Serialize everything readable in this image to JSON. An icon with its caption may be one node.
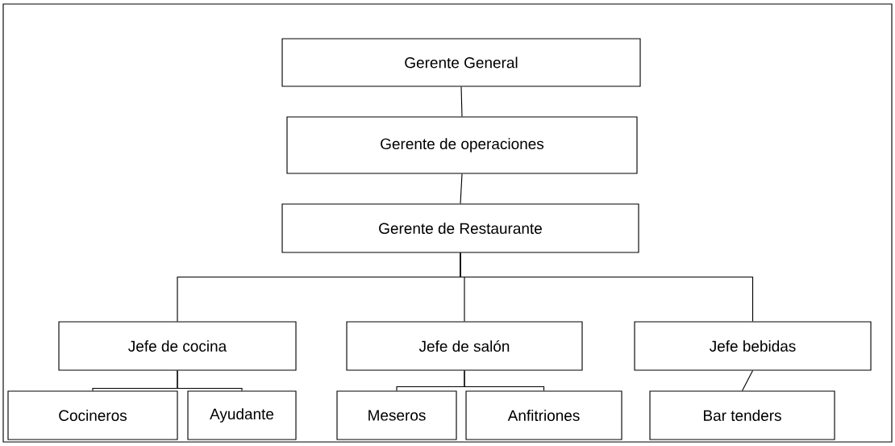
{
  "diagram": {
    "nodes": [
      {
        "text": [
          "Gerente General"
        ]
      },
      {
        "text": [
          "Gerente de operaciones"
        ]
      },
      {
        "text": [
          "Gerente de Restaurante"
        ]
      },
      {
        "text": [
          "Jefe de cocina"
        ]
      },
      {
        "text": [
          "Jefe de salón"
        ]
      },
      {
        "text": [
          "Jefe bebidas"
        ]
      },
      {
        "text": [
          "Cocineros"
        ]
      },
      {
        "text": [
          "Ayudante"
        ]
      },
      {
        "text": [
          "Meseros"
        ]
      },
      {
        "text": [
          "Anfitriones"
        ]
      },
      {
        "text": [
          "Bar tenders"
        ]
      }
    ],
    "edges": [
      {
        "from": 0,
        "to": 1,
        "arrow": "none"
      },
      {
        "from": 1,
        "to": 2,
        "arrow": "none"
      },
      {
        "from": 2,
        "to": 3,
        "arrow": "none"
      },
      {
        "from": 2,
        "to": 4,
        "arrow": "none"
      },
      {
        "from": 2,
        "to": 5,
        "arrow": "none"
      },
      {
        "from": 3,
        "to": 6,
        "arrow": "none"
      },
      {
        "from": 3,
        "to": 7,
        "arrow": "none"
      },
      {
        "from": 4,
        "to": 8,
        "arrow": "none"
      },
      {
        "from": 4,
        "to": 9,
        "arrow": "none"
      },
      {
        "from": 5,
        "to": 10,
        "arrow": "none"
      }
    ]
  }
}
